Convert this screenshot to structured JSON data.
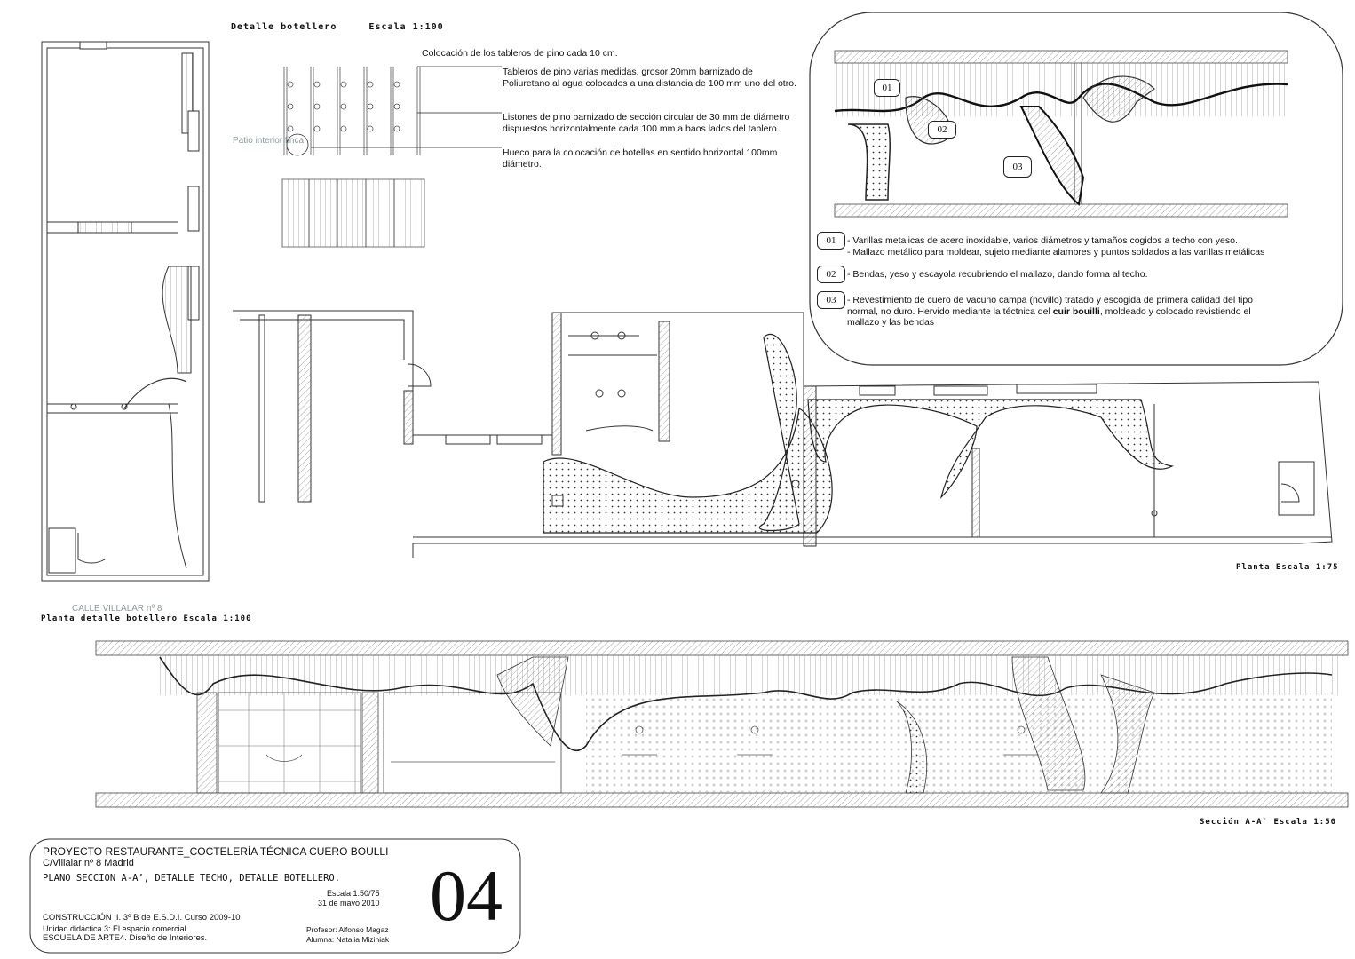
{
  "headers": {
    "detalle_botellero": "Detalle botellero",
    "escala_botellero": "Escala 1:100",
    "planta_detalle": "Planta detalle botellero Escala 1:100",
    "calle": "CALLE VILLALAR nº 8",
    "patio": "Patio interior finca",
    "planta": "Planta  Escala 1:75",
    "seccion": "Sección A-A`   Escala 1:50"
  },
  "botellero_notes": {
    "colocacion": "Colocación de los tableros de pino cada 10 cm.",
    "tableros": "Tableros de pino varias medidas, grosor 20mm barnizado de Poliuretano al agua colocados a una distancia de 100 mm uno del otro.",
    "listones": "Listones de pino barnizado de sección circular de 30 mm de diámetro dispuestos horizontalmente cada 100 mm a baos lados del tablero.",
    "hueco": "Hueco para la colocación de botellas en sentido horizontal.100mm diámetro."
  },
  "ceiling_labels": [
    "01",
    "02",
    "03"
  ],
  "legend": [
    {
      "code": "01",
      "text": "- Varillas metalicas de acero inoxidable, varios diámetros y tamaños cogidos a techo con yeso.",
      "text2": "- Mallazo metálico para moldear, sujeto mediante alambres y puntos soldados a las varillas metálicas"
    },
    {
      "code": "02",
      "text": "- Bendas, yeso y escayola recubriendo el mallazo, dando forma al techo."
    },
    {
      "code": "03",
      "text_a": "- Revestimiento de cuero de vacuno campa (novillo) tratado y escogida de primera calidad del tipo normal, no duro. Hervido mediante la téctnica del ",
      "text_bold": "cuir bouilli",
      "text_b": ", moldeado y colocado revistiendo el mallazo y las bendas"
    }
  ],
  "title_block": {
    "project": "PROYECTO RESTAURANTE_COCTELERÍA  TÉCNICA CUERO BOULLI",
    "address": "C/Villalar nº 8  Madrid",
    "plano": "PLANO SECCION A-A’, DETALLE TECHO, DETALLE BOTELLERO.",
    "escala": "Escala 1:50/75",
    "fecha": "31 de mayo 2010",
    "construccion": "CONSTRUCCIÓN II.  3º B de E.S.D.I. Curso 2009-10",
    "unidad": "Unidad didáctica 3: El espacio comercial",
    "escuela": "ESCUELA DE ARTE4. Diseño de Interiores.",
    "profesor": "Profesor: Alfonso Magaz",
    "alumna": "Alumna:   Natalia Miziniak",
    "sheet_number": "04"
  }
}
